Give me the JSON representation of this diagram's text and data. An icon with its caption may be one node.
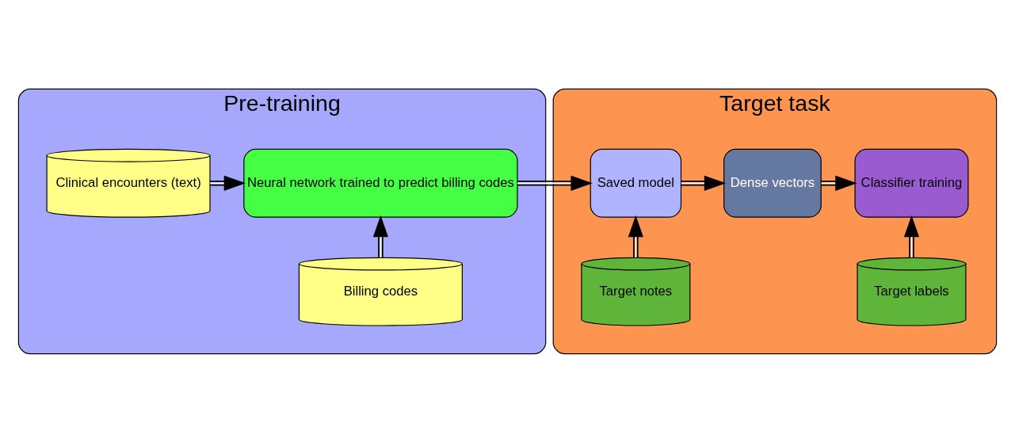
{
  "diagram": {
    "nodes": [
      {
        "text": [
          "Pre-training"
        ]
      },
      {
        "text": [
          "Clinical encounters (text)"
        ],
        "in": 0
      },
      {
        "text": [
          "Neural network trained to predict billing codes"
        ],
        "in": 0
      },
      {
        "text": [
          "Billing codes"
        ],
        "in": 0
      },
      {
        "text": [
          "Target task"
        ]
      },
      {
        "text": [
          "Saved model"
        ],
        "in": 4
      },
      {
        "text": [
          "Dense vectors"
        ],
        "in": 4
      },
      {
        "text": [
          "Classifier training"
        ],
        "in": 4
      },
      {
        "text": [
          "Target notes"
        ],
        "in": 4
      },
      {
        "text": [
          "Target labels"
        ],
        "in": 4
      }
    ],
    "edges": [
      {
        "from": 1,
        "to": 2,
        "arrow": "to"
      },
      {
        "from": 3,
        "to": 2,
        "arrow": "to"
      },
      {
        "from": 2,
        "to": 5,
        "arrow": "to"
      },
      {
        "from": 5,
        "to": 6,
        "arrow": "to"
      },
      {
        "from": 6,
        "to": 7,
        "arrow": "to"
      },
      {
        "from": 8,
        "to": 5,
        "arrow": "to"
      },
      {
        "from": 9,
        "to": 7,
        "arrow": "to"
      }
    ]
  }
}
